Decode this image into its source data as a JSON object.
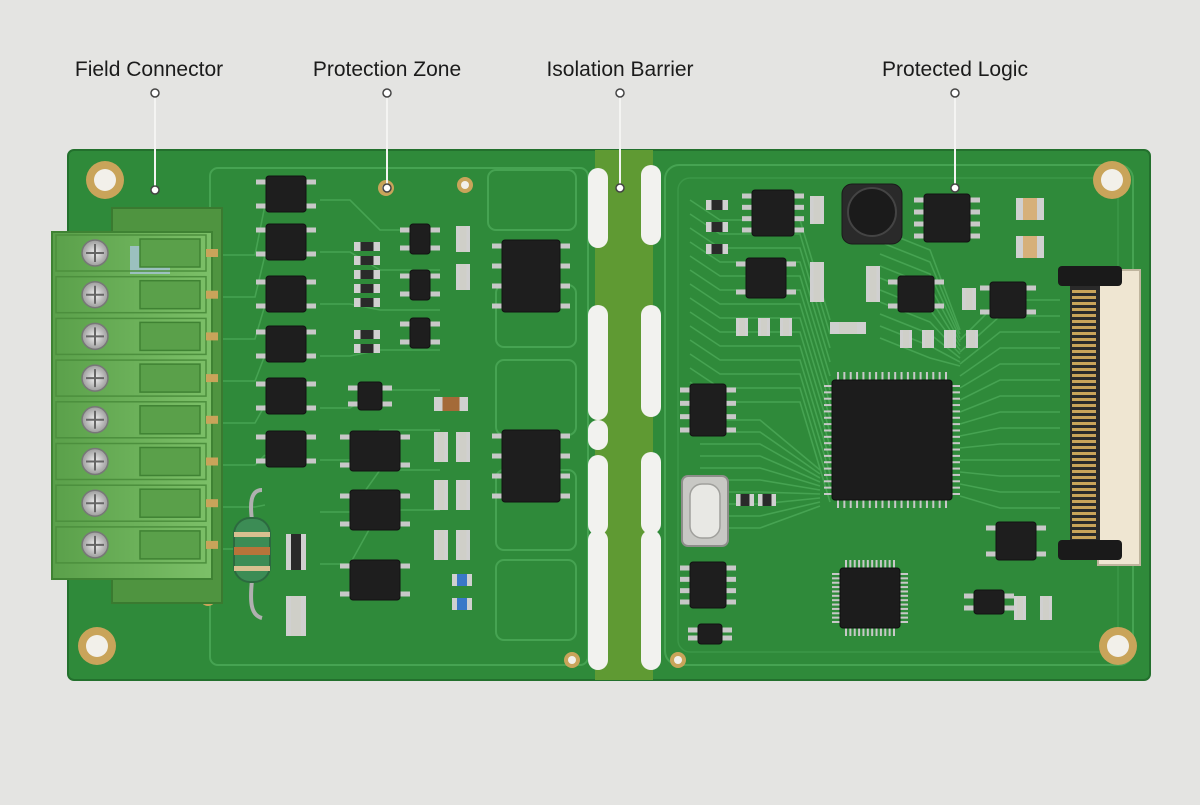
{
  "callouts": [
    {
      "id": "field-connector",
      "label": "Field Connector"
    },
    {
      "id": "protection-zone",
      "label": "Protection Zone"
    },
    {
      "id": "isolation-barrier",
      "label": "Isolation Barrier"
    },
    {
      "id": "protected-logic",
      "label": "Protected Logic"
    }
  ],
  "colors": {
    "background": "#e4e4e2",
    "pcb_green": "#2f8a3a",
    "pcb_dark": "#1f6a2a",
    "trace": "#3a9a45",
    "barrier_slot": "#f2f2ef",
    "copper_pad": "#c9a45a",
    "terminal_block": "#6cb25a",
    "ic_black": "#1e1e1e"
  },
  "icons": [
    "screw-terminal-icon",
    "mounting-hole-icon",
    "chip-icon",
    "resistor-icon",
    "crystal-icon",
    "ribbon-connector-icon"
  ]
}
